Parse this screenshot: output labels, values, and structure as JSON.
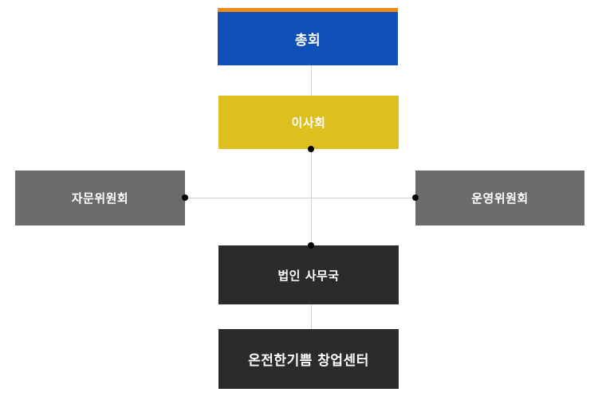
{
  "nodes": {
    "general_assembly": {
      "label": "총회",
      "color": "#1150b8",
      "accent": "#f08a1c"
    },
    "board": {
      "label": "이사회",
      "color": "#ddc020"
    },
    "advisory_committee": {
      "label": "자문위원회",
      "color": "#6b6b6b"
    },
    "operating_committee": {
      "label": "운영위원회",
      "color": "#6b6b6b"
    },
    "secretariat": {
      "label": "법인 사무국",
      "color": "#2b2b2b"
    },
    "startup_center": {
      "label": "온전한기쁨 창업센터",
      "color": "#2b2b2b"
    }
  }
}
